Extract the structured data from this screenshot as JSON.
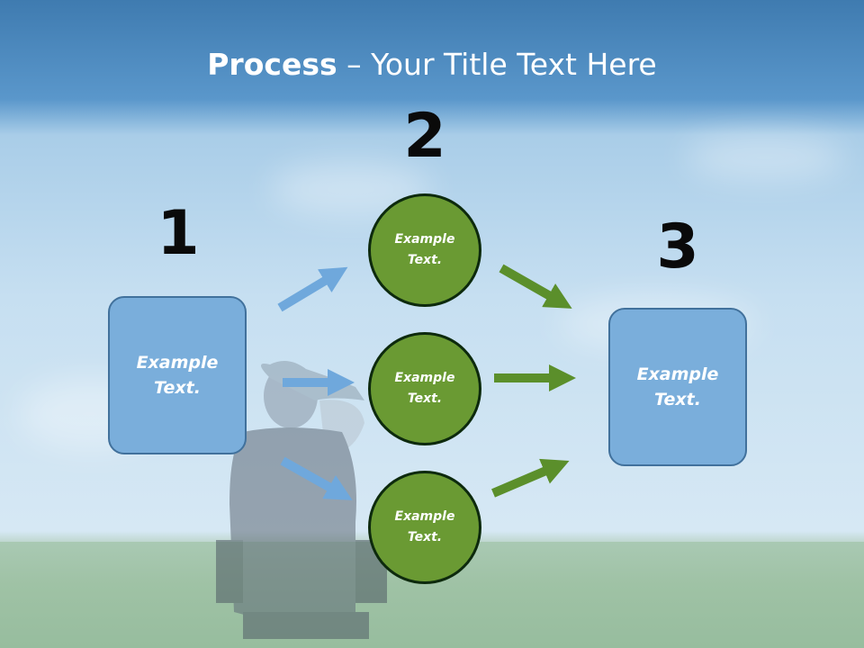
{
  "title": {
    "bold": "Process",
    "rest": " – Your Title Text Here"
  },
  "steps": [
    {
      "number": "1"
    },
    {
      "number": "2"
    },
    {
      "number": "3"
    }
  ],
  "left_box": {
    "text": "Example\nText."
  },
  "right_box": {
    "text": "Example\nText."
  },
  "circles": [
    {
      "text": "Example\nText."
    },
    {
      "text": "Example\nText."
    },
    {
      "text": "Example\nText."
    }
  ],
  "colors": {
    "box_fill": "#7aaedb",
    "box_border": "#41719c",
    "circle_fill": "#6a9a33",
    "circle_border": "#0d2a0d",
    "blue_arrow": "#6fa8dc",
    "green_arrow": "#5b8f2b"
  }
}
